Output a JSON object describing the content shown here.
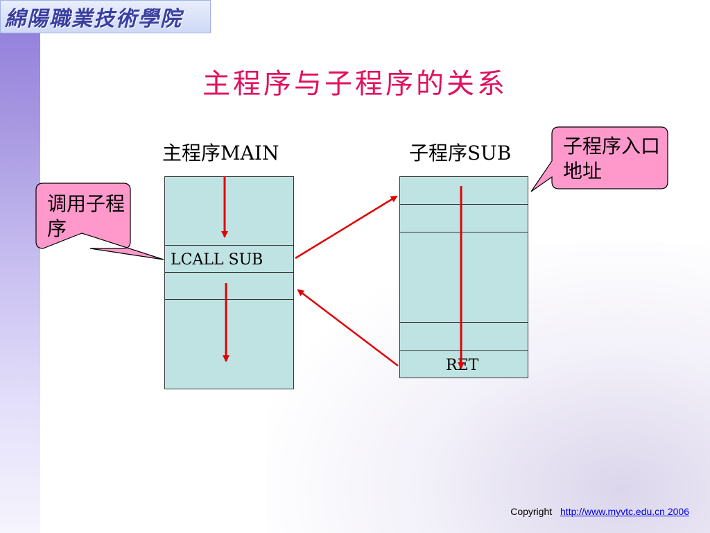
{
  "header": {
    "logo_text": "綿陽職業技術學院",
    "title": "主程序与子程序的关系"
  },
  "main_program": {
    "label": "主程序MAIN",
    "call_instruction": "LCALL  SUB"
  },
  "sub_program": {
    "label": "子程序SUB",
    "return_instruction": "RET"
  },
  "callouts": {
    "call_subroutine": "调用子程序",
    "subroutine_entry": "子程序入口地址"
  },
  "footer": {
    "copyright": "Copyright",
    "link_text": "http://www.myvtc.edu.cn 2006"
  },
  "colors": {
    "title": "#e0115f",
    "arrows": "#e00000",
    "box_fill": "#bfe3e3",
    "callout_fill": "#ff99cc"
  }
}
